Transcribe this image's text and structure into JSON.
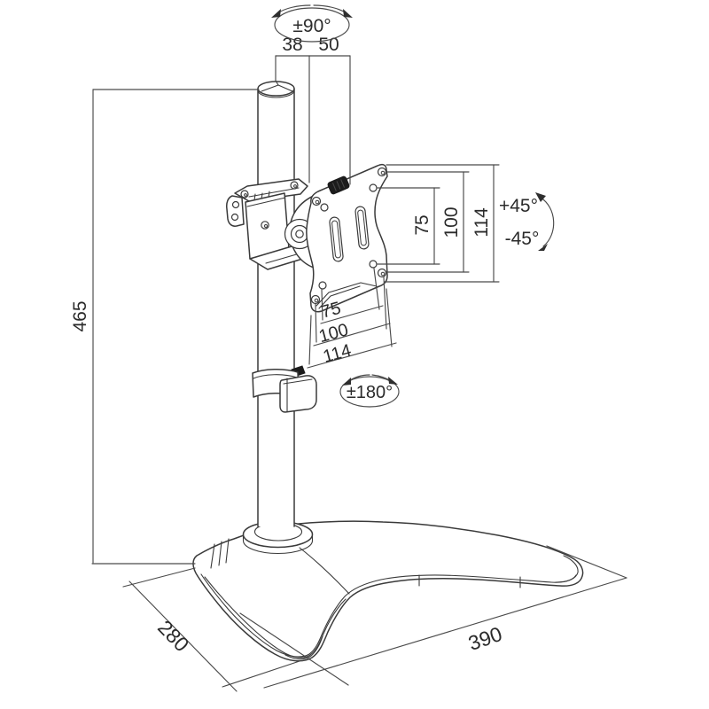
{
  "title": "monitor-desk-stand-technical-drawing",
  "colors": {
    "background": "#ffffff",
    "outline": "#3a3a3a",
    "dimension_line": "#4a4a4a",
    "text": "#2b2b2b",
    "knob_fill": "#1c1c1c"
  },
  "labels": {
    "rotation_pole": "±90°",
    "offset_pole_to_pivot": "38",
    "offset_pivot_to_plate": "50",
    "pole_height": "465",
    "tilt_up": "+45°",
    "tilt_down": "-45°",
    "rotation_vesa": "±180°",
    "base_depth": "280",
    "base_width": "390",
    "vesa_vertical": {
      "inner": "75",
      "mid": "100",
      "outer": "114"
    },
    "vesa_horizontal": {
      "inner": "75",
      "mid": "100",
      "outer": "114"
    }
  }
}
